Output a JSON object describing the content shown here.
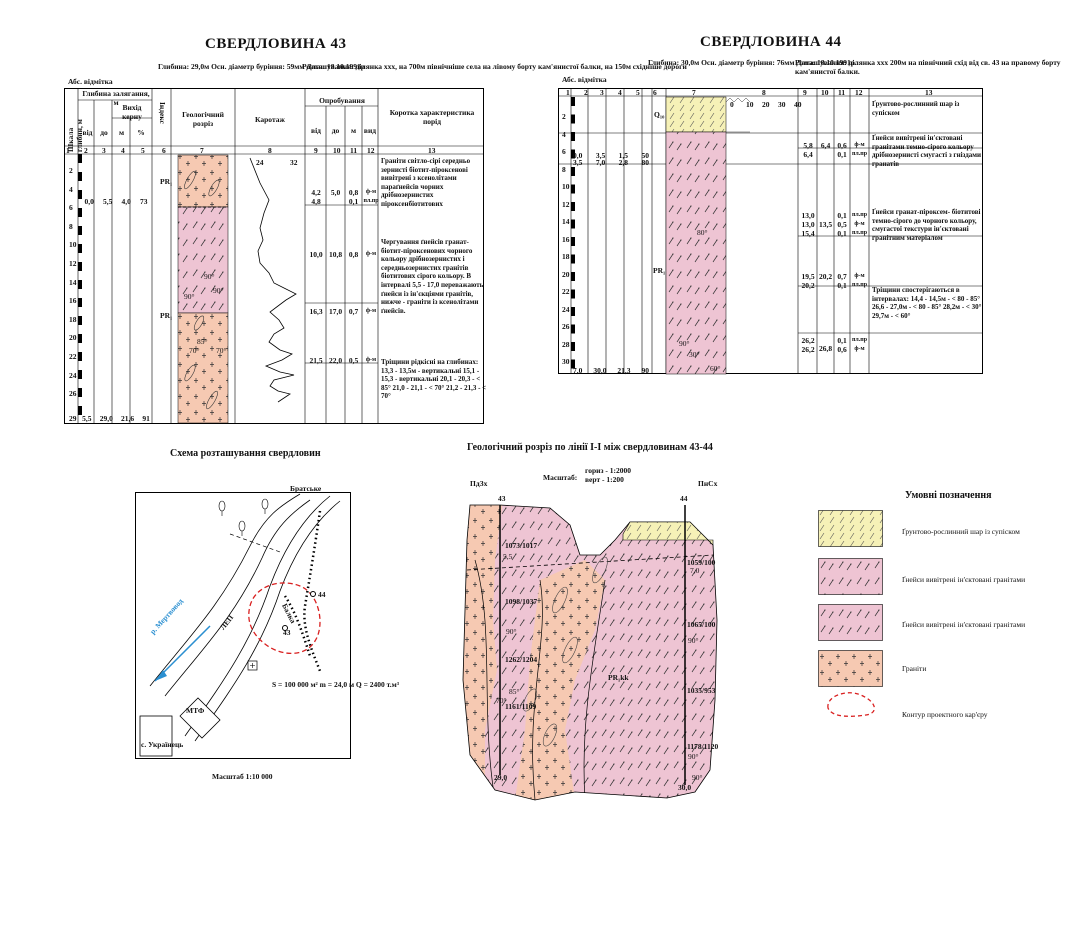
{
  "colors": {
    "granite": "#f6c9b2",
    "gneiss": "#eec4d3",
    "soil": "#f6f1b7",
    "contour": "#d92020",
    "river": "#2a8fd1"
  },
  "bh43": {
    "title": "СВЕРДЛОВИНА 43",
    "info1": "Глибина: 29,0м\nОсн. діаметр буріння: 59мм\nДата: 18.10.1991р",
    "info2": "Розташування: ділянка ххх, на 700м північніше\nсела на лівому борту кам'янистої балки,\nна 150м східніше дороги",
    "abs_label": "Абс. відмітка",
    "headers": {
      "scale": "Шкала глибин, м",
      "depth": "Глибина залягання, м",
      "from": "від",
      "to": "до",
      "core": "Вихід керну",
      "m": "м",
      "pct": "%",
      "index": "Індекс",
      "geo": "Геологічний розріз",
      "karotazh": "Каротаж",
      "sampling": "Опробування",
      "sfrom": "від",
      "sto": "до",
      "sm": "м",
      "vyd": "вид",
      "desc": "Коротка характеристика порід"
    },
    "colnums": [
      "1",
      "2",
      "3",
      "4",
      "5",
      "6",
      "7",
      "8",
      "9",
      "10",
      "11",
      "12",
      "13"
    ],
    "depth_ticks": [
      "2",
      "4",
      "6",
      "8",
      "10",
      "12",
      "14",
      "16",
      "18",
      "20",
      "22",
      "24",
      "26",
      "29"
    ],
    "row1": [
      "0,0",
      "5,5",
      "4,0",
      "73"
    ],
    "row2": [
      "5,5",
      "29,0",
      "21,6",
      "91"
    ],
    "index1": "PR₁",
    "index2": "PR₁",
    "karotazh_scale": [
      "24",
      "32"
    ],
    "samples": [
      {
        "from": "4,2\n4,8",
        "to": "5,0",
        "m": "0,8\n0,1",
        "vyd": "ф-м\nпл.пр"
      },
      {
        "from": "10,0",
        "to": "10,8",
        "m": "0,8",
        "vyd": "ф-м"
      },
      {
        "from": "16,3",
        "to": "17,0",
        "m": "0,7",
        "vyd": "ф-м"
      },
      {
        "from": "21,5",
        "to": "22,0",
        "m": "0,5",
        "vyd": "ф-м"
      }
    ],
    "dips": [
      "90°",
      "90°",
      "90°",
      "85°",
      "70°",
      "70°"
    ],
    "desc1": "Граніти світло-сірі середньо\nзернисті біотит-піроксенові\nвивітрені з ксенолітами\nпараґнейсів чорних\nдрібнозернистих\nпіроксенбіотитових",
    "desc2": "Чергування ґнейсів гранат-\nбіотит-піроксенових чорного\nкольору дрібнозернистих і\nсередньозернистих гранітів\nбіотитових сірого кольору.\nВ інтервалі 5,5 - 17,0\nпереважають ґнейси із\nін'єкціями гранітів, нижче -\nграніти із ксенолітами\nґнейсів.",
    "desc3": "Тріщини рідкісні на\nглибинах:\n13,3 - 13,5м - вертикальні\n15,1 - 15,3 - вертикальні\n20,1 - 20,3 - < 85°\n21,0 - 21,1 - < 70°\n21,2 - 21,3 - < 70°"
  },
  "bh44": {
    "title": "СВЕРДЛОВИНА 44",
    "info1": "Глибина: 30,0м\nОсн. діаметр буріння: 76мм\nДата: 18.10.1991р.",
    "info2": "Розташування: ділянка ххх 200м на\nпівнічний схід від св. 43 на правому\nборту кам'янистої балки.",
    "abs_label": "Абс. відмітка",
    "colnums": [
      "1",
      "2",
      "3",
      "4",
      "5",
      "6",
      "7",
      "8",
      "9",
      "10",
      "11",
      "12",
      "13"
    ],
    "karotazh_scale": [
      "0",
      "10",
      "20",
      "30",
      "40"
    ],
    "depth_ticks": [
      "2",
      "4",
      "6",
      "8",
      "10",
      "12",
      "14",
      "16",
      "18",
      "20",
      "22",
      "24",
      "26",
      "28",
      "30"
    ],
    "row1": [
      "0,0",
      "3,5",
      "1,5",
      "50"
    ],
    "row2": [
      "3,5",
      "7,0",
      "2,8",
      "80"
    ],
    "row3": [
      "7,0",
      "30,0",
      "21,3",
      "90"
    ],
    "index1": "Q₁₀",
    "index2": "PR₁",
    "samples": [
      {
        "from": "5,8\n6,4",
        "to": "6,4",
        "m": "0,6\n0,1",
        "vyd": "ф-м\nпл.пр"
      },
      {
        "from": "13,0\n13,0\n15,4",
        "to": "13,5",
        "m": "0,1\n0,5\n0,1",
        "vyd": "пл.пр\nф-м\nпл.пр"
      },
      {
        "from": "19,5\n20,2",
        "to": "20,2",
        "m": "0,7\n0,1",
        "vyd": "ф-м\nпл.пр"
      },
      {
        "from": "26,2\n26,2",
        "to": "26,8",
        "m": "0,1\n0,6",
        "vyd": "пл.пр\nф-м"
      }
    ],
    "dips": [
      "80°",
      "90°",
      "30°",
      "60°"
    ],
    "desc1": "Ґрунтово-рослинний шар із\nсупіском",
    "desc2": "Ґнейси вивітрені ін'єктовані\nгранітами темно-сірого\nкольору дрібнозернисті\nсмугасті з гніздами гранатів",
    "desc3": "Ґнейси гранат-піроксем-\nбіотитові темно-сірого до\nчорного кольору, смугастої\nтекстури ін'єктовані\nгранітним матеріалом",
    "desc4": "Тріщини спостерігаються в\nінтервалах:\n14,4 - 14,5м - < 80 - 85°\n26,6 - 27,0м - < 80 - 85°\n28,2м - < 30°\n29,7м - < 60°"
  },
  "map": {
    "title": "Схема розташування свердловин",
    "village_top": "Братське",
    "river": "р. Мертвовод",
    "road": "ЛЕП",
    "ravine": "Балка",
    "bh43": "43",
    "bh44": "44",
    "stats": "S = 100 000 м²\nm = 24,0 м\nQ = 2400 т.м³",
    "farm": "МТФ",
    "village": "с. Українець",
    "scale": "Масштаб 1:10 000"
  },
  "section": {
    "title": "Геологічний розріз по лінії І-І між свердловинам 43-44",
    "scale_label": "Масштаб:",
    "scale_h": "гориз - 1:2000",
    "scale_v": "верт - 1:200",
    "left_dir": "ПдЗх",
    "right_dir": "ПнСх",
    "bh43": "43",
    "bh44": "44",
    "depth43": "29,0",
    "depth44": "30,0",
    "left_labels": [
      "1073/1017",
      "1098/1037",
      "1262/1204",
      "1161/1109"
    ],
    "right_labels": [
      "1059/100",
      "1065/100",
      "1035/953",
      "1178/1120"
    ],
    "unit": "PR₁kk",
    "dips": [
      "90°",
      "85°",
      "70°",
      "90°",
      "90°",
      "90°"
    ],
    "depth_marks": [
      "5,5",
      "7,0"
    ]
  },
  "legend": {
    "title": "Умовні позначення",
    "items": [
      "Ґрунтово-рослинний шар із супіском",
      "Ґнейси вивітрені ін'єктовані гранітами",
      "Ґнейси вивітрені ін'єктовані гранітами",
      "Граніти",
      "Контур проектного кар'єру"
    ]
  }
}
